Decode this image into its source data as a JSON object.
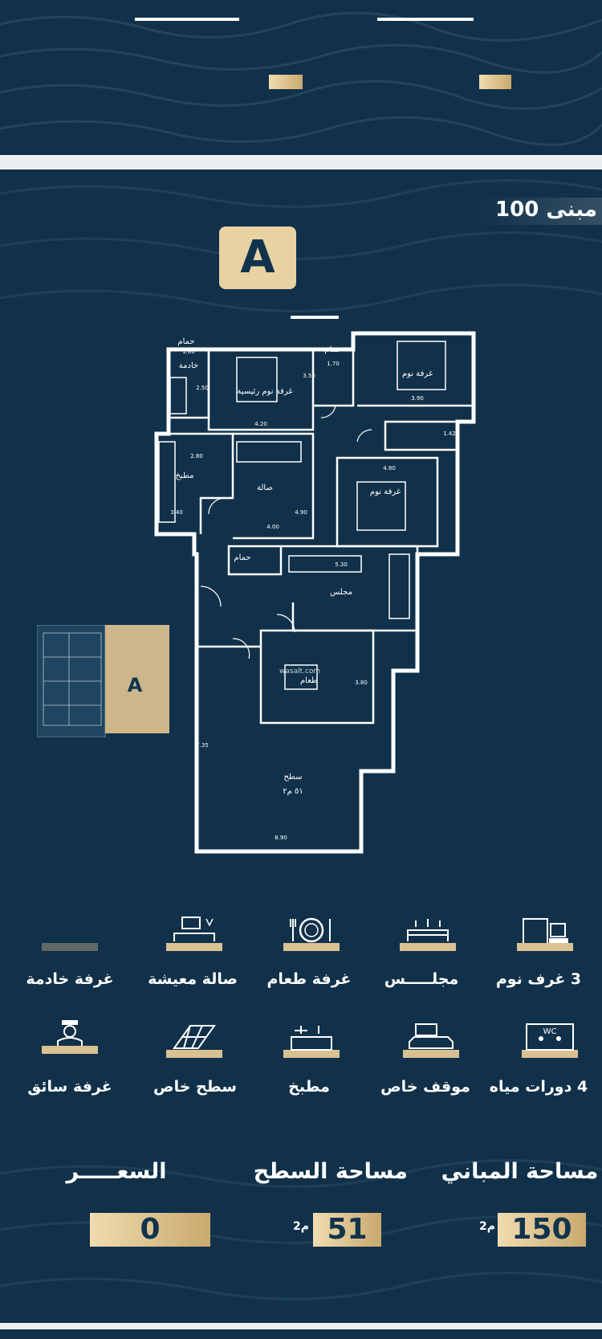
{
  "building": {
    "label": "مبنى 100"
  },
  "unit": {
    "badge": "A"
  },
  "floor_plan": {
    "rooms": {
      "maid_bath": "حمام",
      "maid_room": "خادمة",
      "master_bedroom": "غرفة نوم رئيسية",
      "bath_center": "حمام",
      "bedroom_right": "غرفة نوم",
      "kitchen": "مطبخ",
      "hall": "صالة",
      "bedroom_middle": "غرفة نوم",
      "bath_lower": "حمام",
      "majlis": "مجلس",
      "dining": "طعام",
      "roof": "سطح",
      "roof_area": "٥١ م٢"
    },
    "dimensions": {
      "d1": "1.70",
      "d2": "3.90",
      "d3": "4.20",
      "d4": "2.80",
      "d5": "4.00",
      "d6": "4.90",
      "d7": "5.30",
      "d8": "3.80",
      "d9": "8.90",
      "d10": "7.35",
      "d11": "3.40",
      "d12": "2.50",
      "d13": "4.80",
      "d14": "1.42",
      "d15": "1.80",
      "d16": "3.50"
    },
    "watermark": "wasalt.com",
    "key_plan_label": "A"
  },
  "features": [
    {
      "label": "3 غرف نوم",
      "icon": "bedroom-icon"
    },
    {
      "label": "مجلـــــس",
      "icon": "majlis-icon"
    },
    {
      "label": "غرفة طعام",
      "icon": "dining-icon"
    },
    {
      "label": "صالة معيشة",
      "icon": "living-room-icon"
    },
    {
      "label": "غرفة خادمة",
      "icon": "maid-room-icon"
    },
    {
      "label": "4 دورات مياه",
      "icon": "wc-icon"
    },
    {
      "label": "موقف خاص",
      "icon": "parking-icon"
    },
    {
      "label": "مطبخ",
      "icon": "kitchen-icon"
    },
    {
      "label": "سطح خاص",
      "icon": "roof-icon"
    },
    {
      "label": "غرفة سائق",
      "icon": "driver-room-icon"
    }
  ],
  "stats": [
    {
      "label": "مساحة المباني",
      "value": "150",
      "unit": "م2"
    },
    {
      "label": "مساحة السطح",
      "value": "51",
      "unit": "م2"
    },
    {
      "label": "السعـــــر",
      "value": "0",
      "unit": ""
    }
  ],
  "colors": {
    "background": "#11314a",
    "accent_gold": "#e9d2a2",
    "line": "#ffffff"
  }
}
